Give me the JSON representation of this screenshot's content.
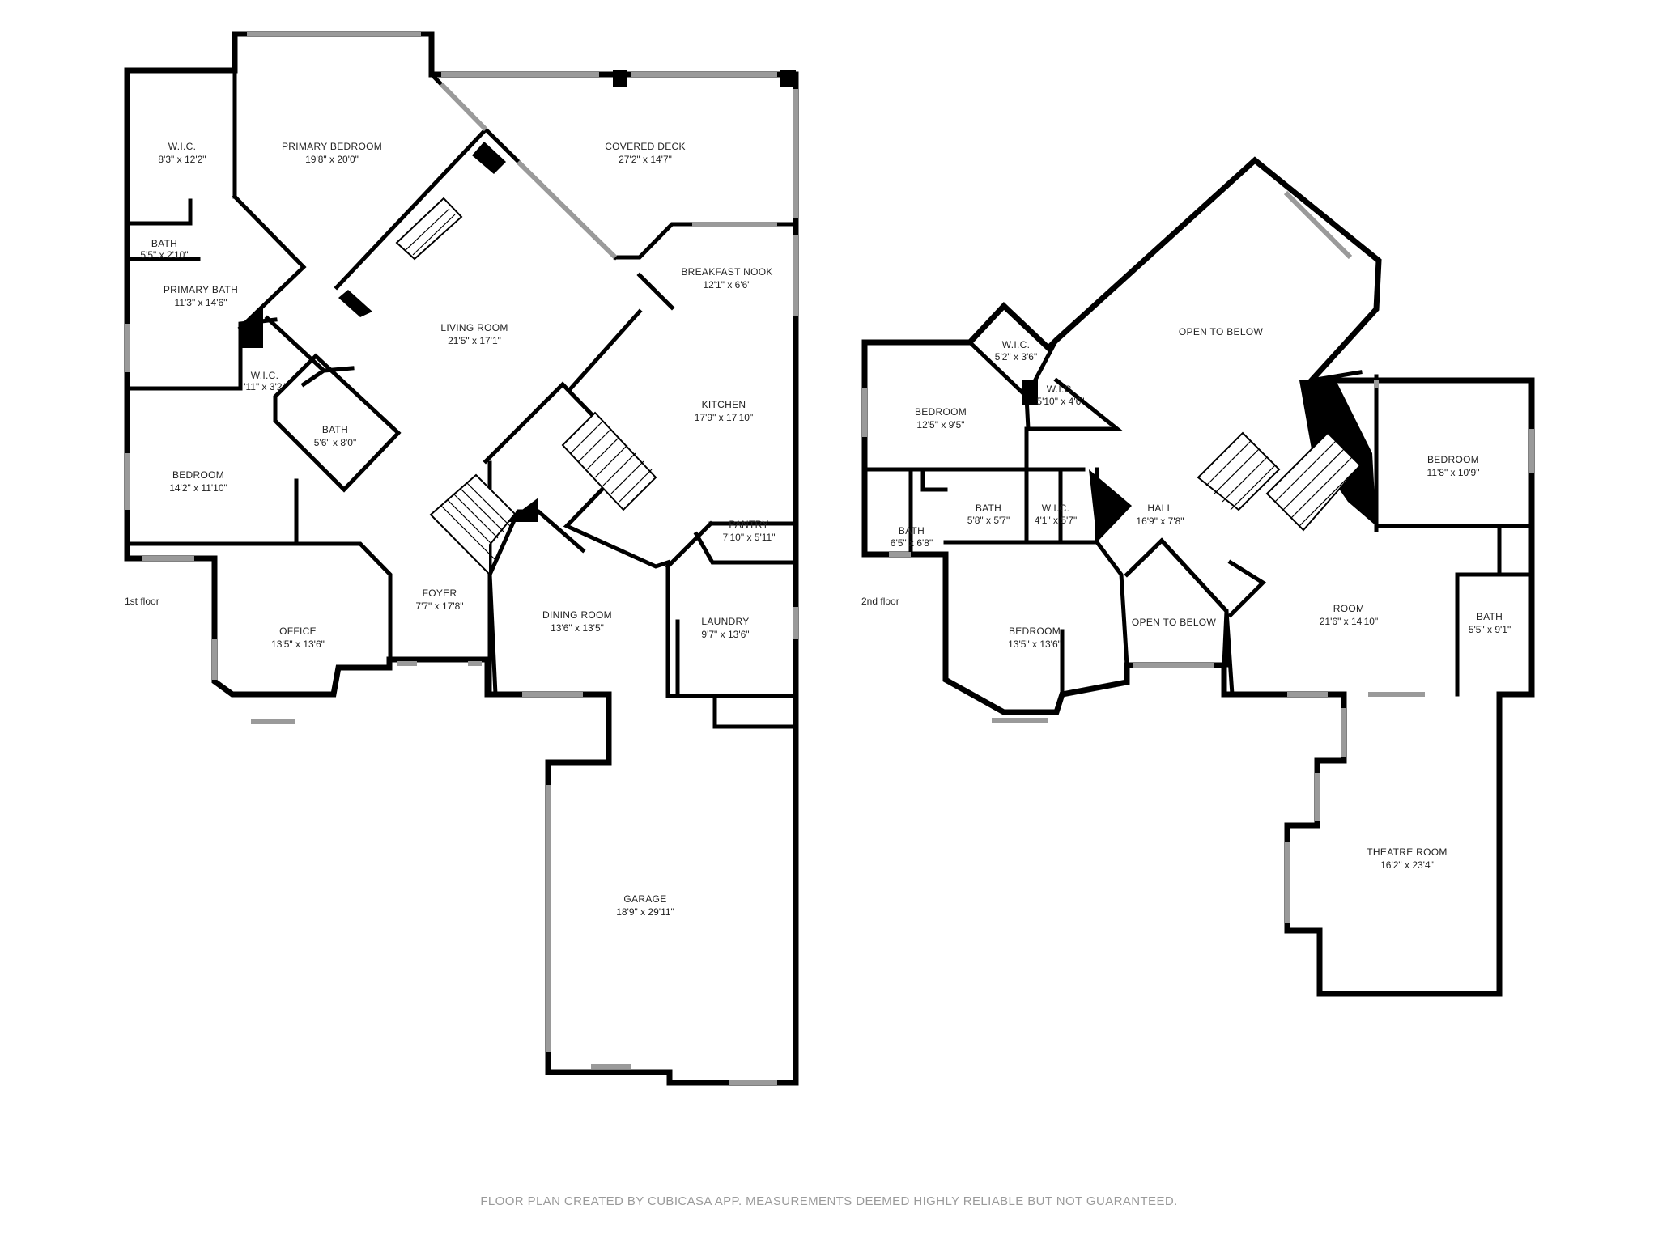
{
  "floors": [
    {
      "label": "1st floor",
      "rooms": [
        {
          "name": "W.I.C.",
          "dims": "8'3\" x 12'2\""
        },
        {
          "name": "PRIMARY BEDROOM",
          "dims": "19'8\" x 20'0\""
        },
        {
          "name": "COVERED DECK",
          "dims": "27'2\" x 14'7\""
        },
        {
          "name": "BATH",
          "dims": "5'5\" x 2'10\""
        },
        {
          "name": "PRIMARY BATH",
          "dims": "11'3\" x 14'6\""
        },
        {
          "name": "BREAKFAST NOOK",
          "dims": "12'1\" x 6'6\""
        },
        {
          "name": "LIVING ROOM",
          "dims": "21'5\" x 17'1\""
        },
        {
          "name": "W.I.C.",
          "dims": "'11\" x 3'2\""
        },
        {
          "name": "KITCHEN",
          "dims": "17'9\" x 17'10\""
        },
        {
          "name": "BATH",
          "dims": "5'6\" x 8'0\""
        },
        {
          "name": "BEDROOM",
          "dims": "14'2\" x 11'10\""
        },
        {
          "name": "PANTRY",
          "dims": "7'10\" x 5'11\""
        },
        {
          "name": "FOYER",
          "dims": "7'7\" x 17'8\""
        },
        {
          "name": "DINING ROOM",
          "dims": "13'6\" x 13'5\""
        },
        {
          "name": "LAUNDRY",
          "dims": "9'7\" x 13'6\""
        },
        {
          "name": "OFFICE",
          "dims": "13'5\" x 13'6\""
        },
        {
          "name": "GARAGE",
          "dims": "18'9\" x 29'11\""
        }
      ]
    },
    {
      "label": "2nd floor",
      "rooms": [
        {
          "name": "OPEN TO BELOW",
          "dims": ""
        },
        {
          "name": "W.I.C.",
          "dims": "5'2\" x 3'6\""
        },
        {
          "name": "W.I.C.",
          "dims": "5'10\" x 4'6\""
        },
        {
          "name": "BEDROOM",
          "dims": "12'5\" x 9'5\""
        },
        {
          "name": "BEDROOM",
          "dims": "11'8\" x 10'9\""
        },
        {
          "name": "BATH",
          "dims": "5'8\" x 5'7\""
        },
        {
          "name": "W.I.C.",
          "dims": "4'1\" x 5'7\""
        },
        {
          "name": "HALL",
          "dims": "16'9\" x 7'8\""
        },
        {
          "name": "BATH",
          "dims": "6'5\" x 6'8\""
        },
        {
          "name": "ROOM",
          "dims": "21'6\" x 14'10\""
        },
        {
          "name": "BATH",
          "dims": "5'5\" x 9'1\""
        },
        {
          "name": "OPEN TO BELOW",
          "dims": ""
        },
        {
          "name": "BEDROOM",
          "dims": "13'5\" x 13'6\""
        },
        {
          "name": "THEATRE ROOM",
          "dims": "16'2\" x 23'4\""
        }
      ]
    }
  ],
  "footer": "FLOOR PLAN CREATED BY CUBICASA APP. MEASUREMENTS DEEMED HIGHLY RELIABLE BUT NOT GUARANTEED."
}
